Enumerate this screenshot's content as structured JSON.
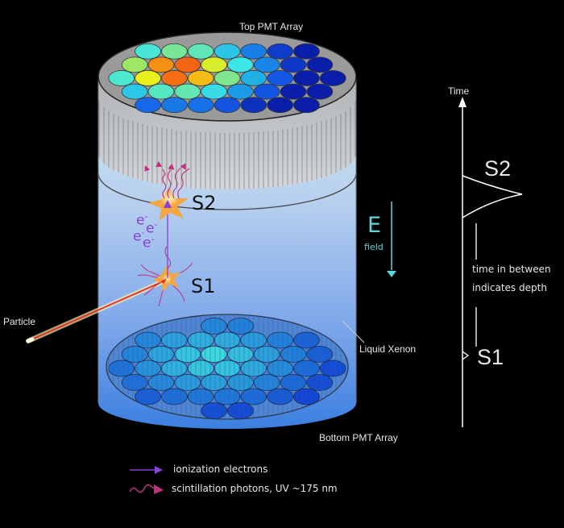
{
  "labels": {
    "top_array": "Top PMT Array",
    "bottom_array": "Bottom PMT Array",
    "liquid_xenon": "Liquid Xenon",
    "particle": "Particle",
    "s2_detector": "S2",
    "s1_detector": "S1",
    "electron": "e",
    "electron_sup": "-",
    "e_field_letter": "E",
    "e_field_word": "field"
  },
  "timeline": {
    "axis_label": "Time",
    "s2_label": "S2",
    "s1_label": "S1",
    "note_line1": "time in between",
    "note_line2": "indicates depth"
  },
  "legend": {
    "items": [
      {
        "symbol": "straight-arrow",
        "color": "#8a3fd6",
        "label": "ionization electrons"
      },
      {
        "symbol": "wavy-arrow",
        "color": "#c0307f",
        "label": "scintillation photons, UV ~175 nm"
      }
    ]
  },
  "colors": {
    "background": "#000000",
    "e_field": "#5fd6d6",
    "electron": "#8a3fd6",
    "photon": "#c0307f",
    "particle_track": "#e83020",
    "flash": "#f4a640",
    "liquid_top": "#c8dff0",
    "liquid_bottom": "#3b7fe0"
  }
}
